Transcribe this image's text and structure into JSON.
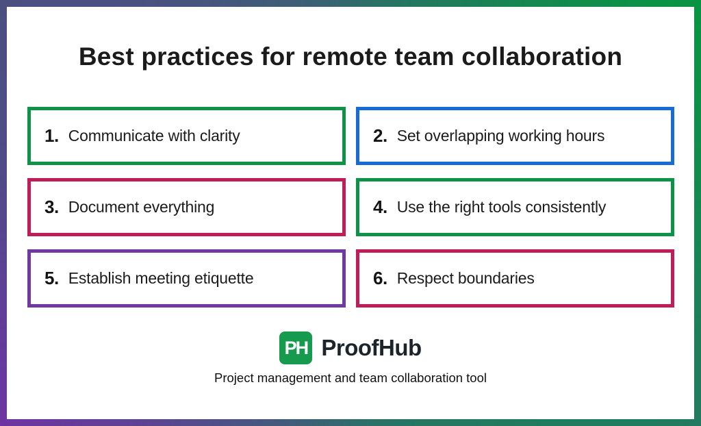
{
  "title": "Best practices for remote team collaboration",
  "items": [
    {
      "number": "1.",
      "label": "Communicate with clarity",
      "border_color": "#0c9345"
    },
    {
      "number": "2.",
      "label": "Set overlapping working hours",
      "border_color": "#176bd3"
    },
    {
      "number": "3.",
      "label": "Document everything",
      "border_color": "#bf1d5a"
    },
    {
      "number": "4.",
      "label": "Use the right tools consistently",
      "border_color": "#0c9345"
    },
    {
      "number": "5.",
      "label": "Establish meeting etiquette",
      "border_color": "#7039a2"
    },
    {
      "number": "6.",
      "label": "Respect boundaries",
      "border_color": "#bf1d5a"
    }
  ],
  "footer": {
    "logo_letters": "PH",
    "logo_color": "#169a4e",
    "brand_name": "ProofHub",
    "tagline": "Project management and team collaboration tool"
  },
  "colors": {
    "gradient_top_left": "#4a4f80",
    "gradient_top_right": "#089543",
    "gradient_bottom_left": "#6d34a2",
    "gradient_bottom_right": "#227a60",
    "panel_background": "#ffffff",
    "text": "#1b1b1b"
  }
}
